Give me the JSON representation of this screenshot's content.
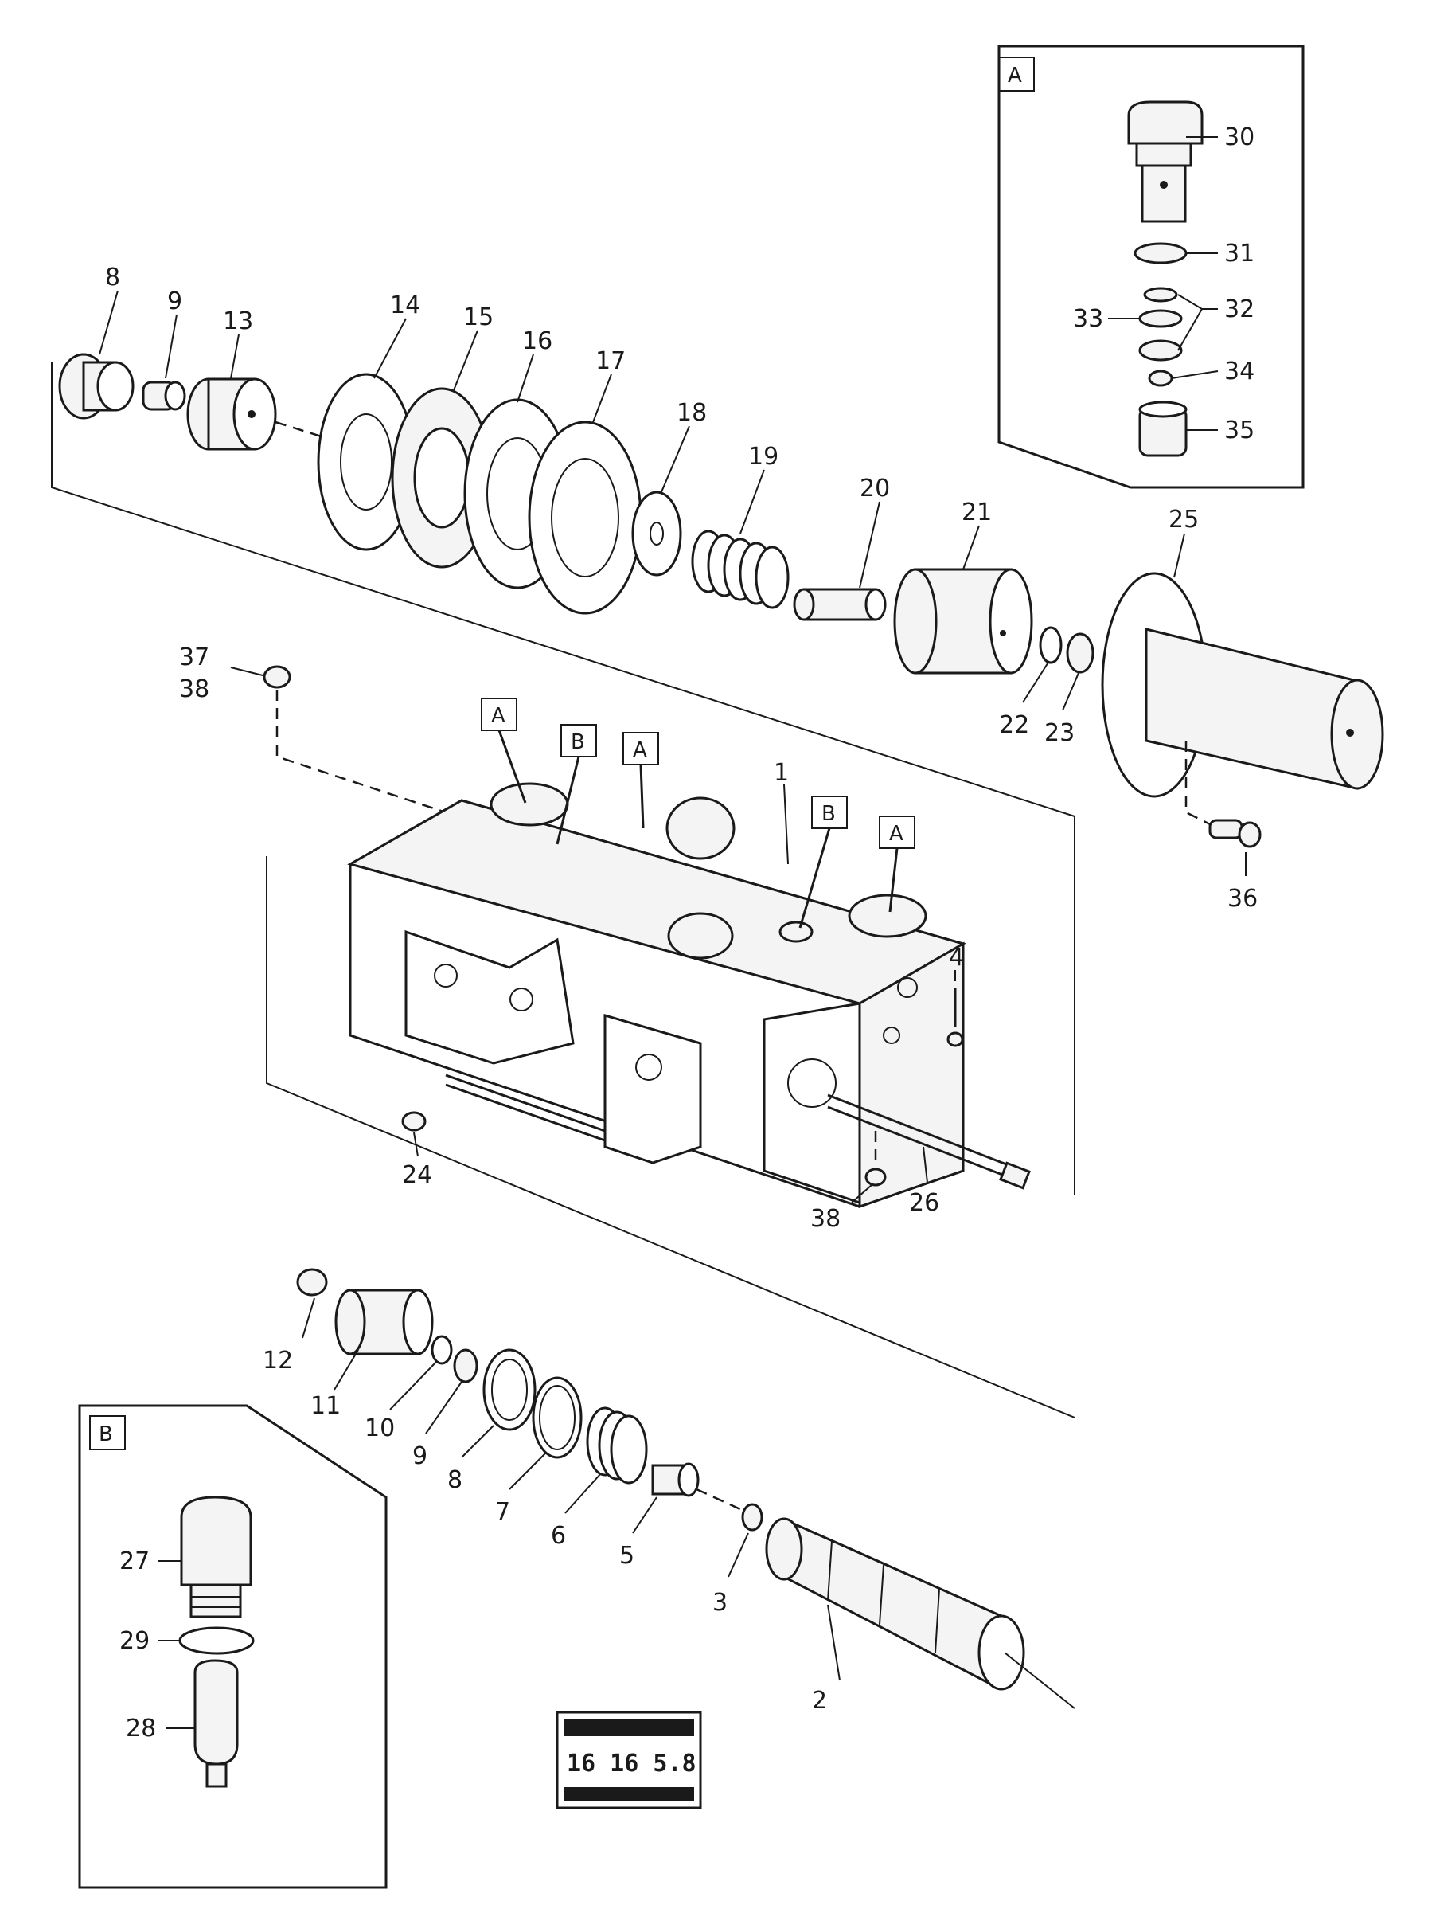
{
  "inset_boxes": {
    "a": "A",
    "b": "B"
  },
  "markers": {
    "m1": "A",
    "m2": "B",
    "m3": "A",
    "m4": "B",
    "m5": "A"
  },
  "callouts": {
    "c30": "30",
    "c31": "31",
    "c32": "32",
    "c33": "33",
    "c34": "34",
    "c35": "35",
    "c8": "8",
    "c9": "9",
    "c13": "13",
    "c14": "14",
    "c15": "15",
    "c16": "16",
    "c17": "17",
    "c18": "18",
    "c19": "19",
    "c20": "20",
    "c21": "21",
    "c25": "25",
    "c37": "37",
    "c38a": "38",
    "c22": "22",
    "c23": "23",
    "c36": "36",
    "c1": "1",
    "c4": "4",
    "c24": "24",
    "c38b": "38",
    "c26": "26",
    "c12": "12",
    "c11": "11",
    "c10": "10",
    "c9b": "9",
    "c8b": "8",
    "c7": "7",
    "c6": "6",
    "c5": "5",
    "c3": "3",
    "c2": "2",
    "c27": "27",
    "c28": "28",
    "c29": "29"
  },
  "stamp": {
    "code": "16 16 5.8"
  }
}
